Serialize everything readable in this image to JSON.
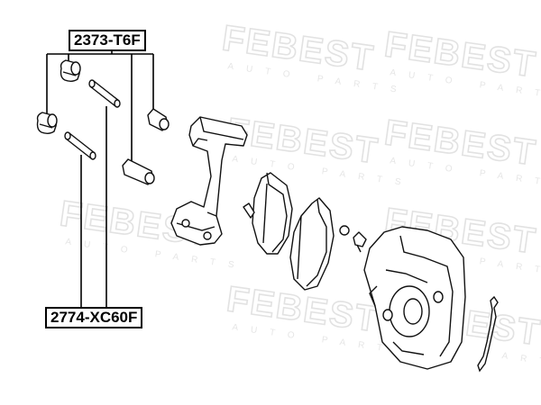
{
  "watermark": {
    "brand": "FEBEST",
    "tagline": "AUTO PARTS"
  },
  "labels": {
    "top_part_number": "2373-T6F",
    "bottom_part_number": "2774-XC60F"
  }
}
